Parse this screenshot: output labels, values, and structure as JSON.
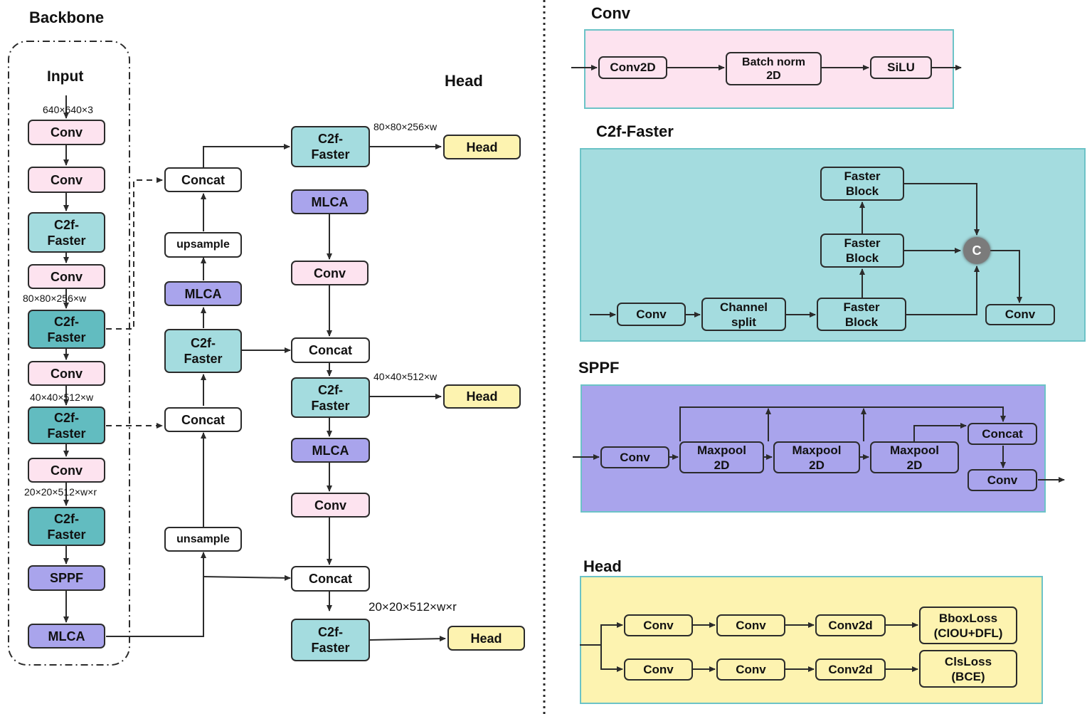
{
  "titles": {
    "backbone": "Backbone",
    "head": "Head",
    "conv_panel": "Conv",
    "c2f_panel": "C2f-Faster",
    "sppf_panel": "SPPF",
    "head_panel": "Head"
  },
  "backbone": {
    "input": "Input",
    "dim_input": "640×640×3",
    "dim_p3": "80×80×256×w",
    "dim_p4": "40×40×512×w",
    "dim_p5": "20×20×512×w×r",
    "conv1": "Conv",
    "conv2": "Conv",
    "c2f1": "C2f-\nFaster",
    "conv3": "Conv",
    "c2f2": "C2f-\nFaster",
    "conv4": "Conv",
    "c2f3": "C2f-\nFaster",
    "conv5": "Conv",
    "c2f4": "C2f-\nFaster",
    "sppf": "SPPF",
    "mlca": "MLCA"
  },
  "neck": {
    "concat_top": "Concat",
    "upsample": "upsample",
    "mlca": "MLCA",
    "c2f": "C2f-\nFaster",
    "concat_mid": "Concat",
    "unsample": "unsample"
  },
  "head": {
    "c2f1": "C2f-\nFaster",
    "mlca1": "MLCA",
    "conv1": "Conv",
    "concat1": "Concat",
    "c2f2": "C2f-\nFaster",
    "mlca2": "MLCA",
    "conv2": "Conv",
    "concat2": "Concat",
    "c2f3": "C2f-\nFaster",
    "dim1": "80×80×256×w",
    "dim2": "40×40×512×w",
    "dim3": "20×20×512×w×r",
    "out1": "Head",
    "out2": "Head",
    "out3": "Head"
  },
  "conv_detail": {
    "conv2d": "Conv2D",
    "batchnorm": "Batch norm\n2D",
    "silu": "SiLU"
  },
  "c2f_detail": {
    "conv_in": "Conv",
    "split": "Channel\nsplit",
    "fb1": "Faster\nBlock",
    "fb2": "Faster\nBlock",
    "fb3": "Faster\nBlock",
    "concat": "C",
    "conv_out": "Conv"
  },
  "sppf_detail": {
    "conv_in": "Conv",
    "mp1": "Maxpool\n2D",
    "mp2": "Maxpool\n2D",
    "mp3": "Maxpool\n2D",
    "concat": "Concat",
    "conv_out": "Conv"
  },
  "head_detail": {
    "r1_conv1": "Conv",
    "r1_conv2": "Conv",
    "r1_conv2d": "Conv2d",
    "bbox": "BboxLoss\n(CIOU+DFL)",
    "r2_conv1": "Conv",
    "r2_conv2": "Conv",
    "r2_conv2d": "Conv2d",
    "cls": "ClsLoss\n(BCE)"
  },
  "colors": {
    "conv_panel": "#fde3ef",
    "c2f_panel": "#a4dcdf",
    "sppf_panel": "#a9a4ec",
    "head_panel": "#fdf3b0"
  }
}
